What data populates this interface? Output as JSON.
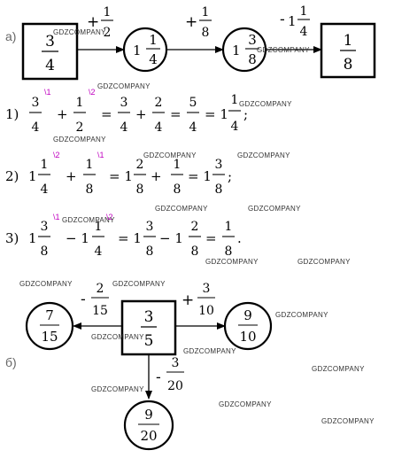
{
  "part_a": {
    "label": "а)",
    "box_start": {
      "num": "3",
      "den": "4"
    },
    "op1": {
      "sign": "+",
      "num": "1",
      "den": "2"
    },
    "circle1": {
      "whole": "1",
      "num": "1",
      "den": "4"
    },
    "op2": {
      "sign": "+",
      "num": "1",
      "den": "8"
    },
    "circle2": {
      "whole": "1",
      "num": "3",
      "den": "8"
    },
    "op3": {
      "sign": "-",
      "whole": "1",
      "num": "1",
      "den": "4"
    },
    "box_end": {
      "num": "1",
      "den": "8"
    }
  },
  "steps": [
    {
      "label": "1)",
      "sup1": "\\1",
      "sup2": "\\2",
      "t1": {
        "num": "3",
        "den": "4"
      },
      "op": "+",
      "t2": {
        "num": "1",
        "den": "2"
      },
      "eq1": "=",
      "f1": {
        "num": "3",
        "den": "4"
      },
      "plus": "+",
      "f2": {
        "num": "2",
        "den": "4"
      },
      "eq2": "=",
      "f3": {
        "num": "5",
        "den": "4"
      },
      "eq3": "= 1",
      "res": {
        "num": "1",
        "den": "4"
      },
      "end": ";"
    },
    {
      "label": "2)",
      "sup1": "\\2",
      "sup2": "\\1",
      "t1_whole": "1",
      "t1": {
        "num": "1",
        "den": "4"
      },
      "op": "+",
      "t2": {
        "num": "1",
        "den": "8"
      },
      "eq1": "= 1",
      "f1": {
        "num": "2",
        "den": "8"
      },
      "plus": "+",
      "f2": {
        "num": "1",
        "den": "8"
      },
      "eq2": "= 1",
      "res": {
        "num": "3",
        "den": "8"
      },
      "end": ";"
    },
    {
      "label": "3)",
      "sup1": "\\1",
      "sup2": "\\2",
      "t1_whole": "1",
      "t1": {
        "num": "3",
        "den": "8"
      },
      "op": "− 1",
      "t2": {
        "num": "1",
        "den": "4"
      },
      "eq1": "= 1",
      "f1": {
        "num": "3",
        "den": "8"
      },
      "minus": "− 1",
      "f2": {
        "num": "2",
        "den": "8"
      },
      "eq2": "=",
      "res": {
        "num": "1",
        "den": "8"
      },
      "end": "."
    }
  ],
  "part_b": {
    "label": "б)",
    "box_center": {
      "num": "3",
      "den": "5"
    },
    "op_left": {
      "sign": "-",
      "num": "2",
      "den": "15"
    },
    "circle_left": {
      "num": "7",
      "den": "15"
    },
    "op_right": {
      "sign": "+",
      "num": "3",
      "den": "10"
    },
    "circle_right": {
      "num": "9",
      "den": "10"
    },
    "op_down": {
      "sign": "-",
      "num": "3",
      "den": "20"
    },
    "circle_down": {
      "num": "9",
      "den": "20"
    }
  },
  "watermark": "GDZCOMPANY"
}
